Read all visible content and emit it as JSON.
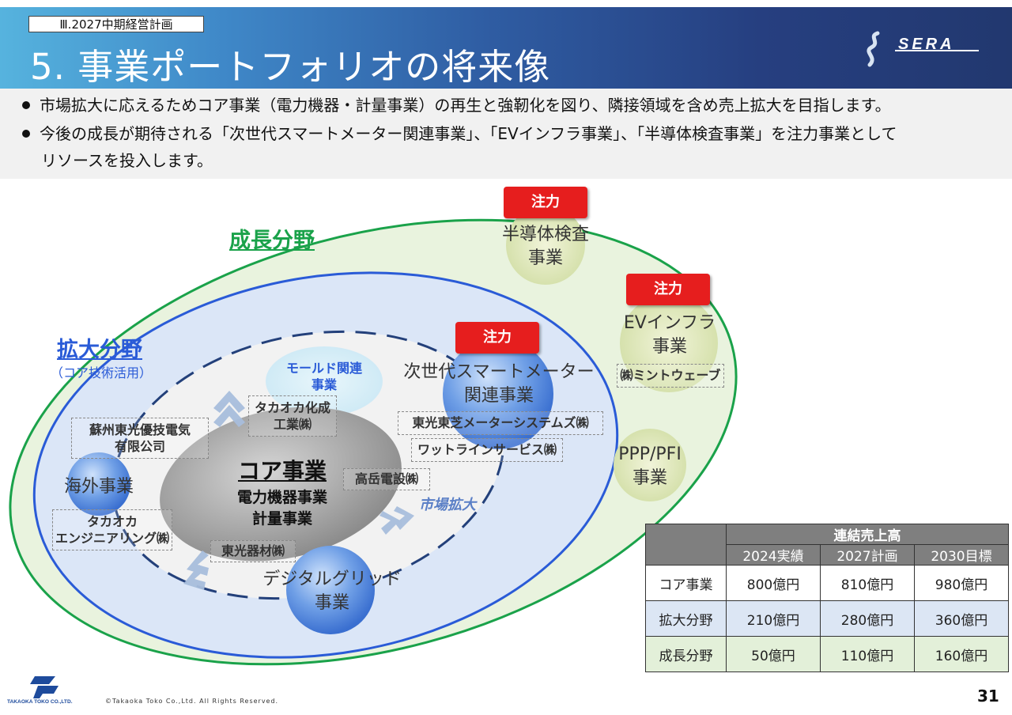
{
  "header": {
    "section_tag": "Ⅲ.2027中期経営計画",
    "title": "5. 事業ポートフォリオの将来像",
    "logo_text": "SERA"
  },
  "bullets": [
    "市場拡大に応えるためコア事業（電力機器・計量事業）の再生と強靭化を図り、隣接領域を含め売上拡大を目指します。",
    "今後の成長が期待される「次世代スマートメーター関連事業」、「EVインフラ事業」、「半導体検査事業」を注力事業として",
    "リソースを投入します。"
  ],
  "diagram": {
    "growth_label": "成長分野",
    "expansion_label": "拡大分野",
    "expansion_sub": "（コア技術活用）",
    "core_title": "コア事業",
    "core_line1": "電力機器事業",
    "core_line2": "計量事業",
    "mold": "モールド関連\n事業",
    "smart_meter": "次世代スマートメーター\n関連事業",
    "overseas": "海外事業",
    "digital_grid": "デジタルグリッド\n事業",
    "semiconductor": "半導体検査\n事業",
    "ev": "EVインフラ\n事業",
    "ppp": "PPP/PFI\n事業",
    "market_expansion": "市場拡大",
    "focus_badge": "注力",
    "companies": {
      "takaoka_kasei": "タカオカ化成\n工業㈱",
      "suzhou": "蘇州東光優技電気\n有限公司",
      "takaoka_eng": "タカオカ\nエンジニアリング㈱",
      "tokoki": "東光器材㈱",
      "takatake": "高岳電設㈱",
      "toko_toshiba": "東光東芝メーターシステムズ㈱",
      "wattline": "ワットラインサービス㈱",
      "mintwave": "㈱ミントウェーブ"
    }
  },
  "sales_table": {
    "header": "連結売上高",
    "years": [
      "2024実績",
      "2027計画",
      "2030目標"
    ],
    "rows": [
      {
        "label": "コア事業",
        "values": [
          "800億円",
          "810億円",
          "980億円"
        ]
      },
      {
        "label": "拡大分野",
        "values": [
          "210億円",
          "280億円",
          "360億円"
        ]
      },
      {
        "label": "成長分野",
        "values": [
          "50億円",
          "110億円",
          "160億円"
        ]
      }
    ]
  },
  "footer": {
    "company": "TAKAOKA TOKO CO.,LTD.",
    "copyright": "©Takaoka Toko Co.,Ltd. All Rights Reserved.",
    "page_number": "31"
  },
  "colors": {
    "growth_green": "#1aa24a",
    "expansion_blue": "#2a5bd7",
    "focus_red": "#e61e1e",
    "header_blue": "#263f80"
  }
}
